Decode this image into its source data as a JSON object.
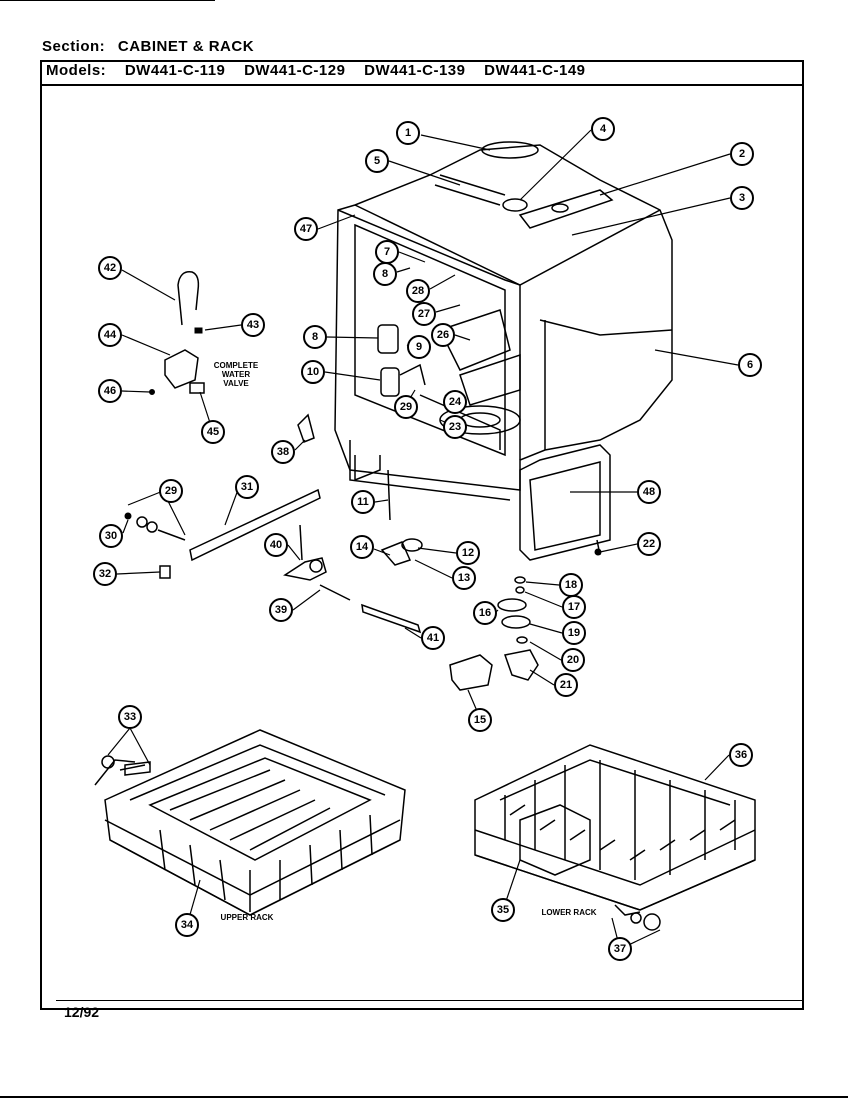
{
  "header": {
    "section_label": "Section:",
    "section_title": "CABINET & RACK",
    "models_label": "Models:",
    "models": [
      "DW441-C-119",
      "DW441-C-129",
      "DW441-C-139",
      "DW441-C-149"
    ]
  },
  "footer": {
    "date_code": "12/92"
  },
  "annotations": {
    "water_valve": [
      "COMPLETE",
      "WATER",
      "VALVE"
    ],
    "upper_rack": "UPPER RACK",
    "lower_rack": "LOWER RACK"
  },
  "callouts": [
    "1",
    "4",
    "5",
    "2",
    "3",
    "47",
    "7",
    "8",
    "28",
    "42",
    "43",
    "44",
    "27",
    "26",
    "8",
    "9",
    "6",
    "46",
    "10",
    "29",
    "24",
    "23",
    "45",
    "38",
    "48",
    "29",
    "31",
    "11",
    "30",
    "12",
    "40",
    "14",
    "32",
    "13",
    "18",
    "39",
    "17",
    "16",
    "19",
    "41",
    "20",
    "21",
    "15",
    "33",
    "36",
    "35",
    "34",
    "37",
    "22"
  ]
}
